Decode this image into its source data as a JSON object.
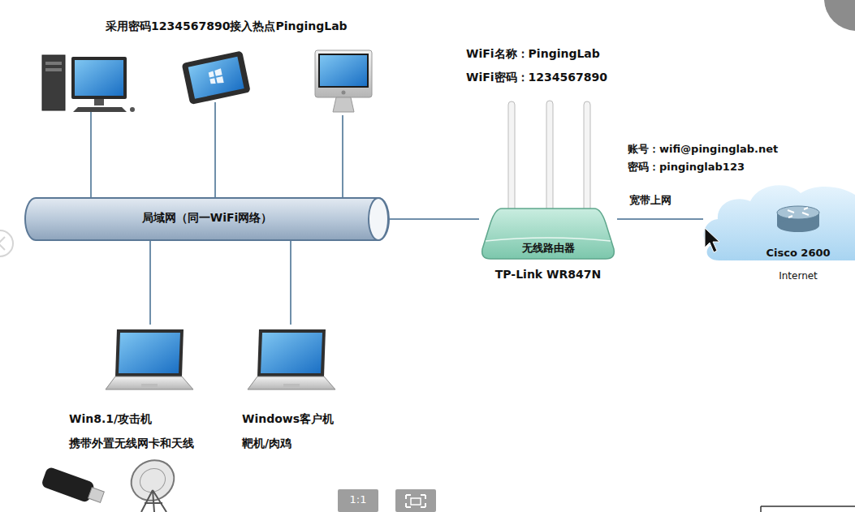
{
  "diagram": {
    "nodes": [
      {
        "text": [
          "局域网（同一WiFi网络）"
        ]
      },
      {
        "text": [
          "无线路由器",
          "TP-Link WR847N"
        ]
      },
      {
        "text": [
          "Cisco 2600",
          "Internet"
        ]
      },
      {
        "text": [
          "Win8.1/攻击机",
          "携带外置无线网卡和天线"
        ]
      },
      {
        "text": [
          "Windows客户机",
          "靶机/肉鸡"
        ]
      }
    ],
    "edges": [
      {
        "from": 0,
        "to": 1,
        "arrow": "none"
      },
      {
        "from": 1,
        "to": 2,
        "label": "宽带上网",
        "arrow": "none"
      },
      {
        "from": 0,
        "to": 3,
        "arrow": "none"
      },
      {
        "from": 0,
        "to": 4,
        "arrow": "none"
      }
    ],
    "labels": [
      "采用密码1234567890接入热点PingingLab",
      "WiFi名称：PingingLab",
      "WiFi密码：1234567890",
      "账号：wifi@pinginglab.net",
      "密码：pinginglab123",
      "1:1"
    ]
  }
}
